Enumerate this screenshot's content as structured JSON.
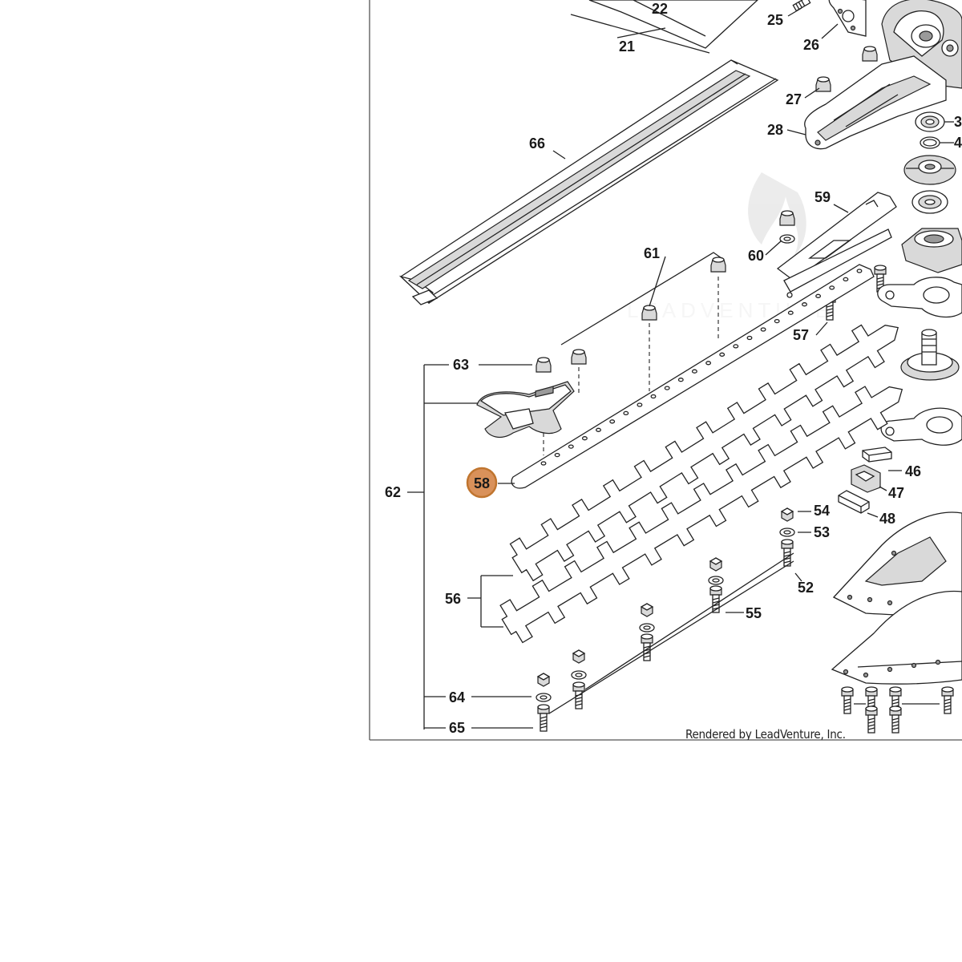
{
  "diagram": {
    "frame_color": "#555555",
    "highlight": {
      "label": "58",
      "fill": "#d9915a",
      "stroke": "#c0752f",
      "text_color": "#3a2a1a"
    },
    "watermark": "LEADVENTURE",
    "credit": "Rendered by LeadVenture, Inc.",
    "callouts": {
      "c22": "22",
      "c21": "21",
      "c25": "25",
      "c26": "26",
      "c27": "27",
      "c28": "28",
      "c3": "3",
      "c4": "4",
      "c66": "66",
      "c59": "59",
      "c60": "60",
      "c61": "61",
      "c57": "57",
      "c63": "63",
      "c62": "62",
      "c46": "46",
      "c47": "47",
      "c48": "48",
      "c54": "54",
      "c53": "53",
      "c52": "52",
      "c55": "55",
      "c56": "56",
      "c64": "64",
      "c65": "65"
    }
  }
}
